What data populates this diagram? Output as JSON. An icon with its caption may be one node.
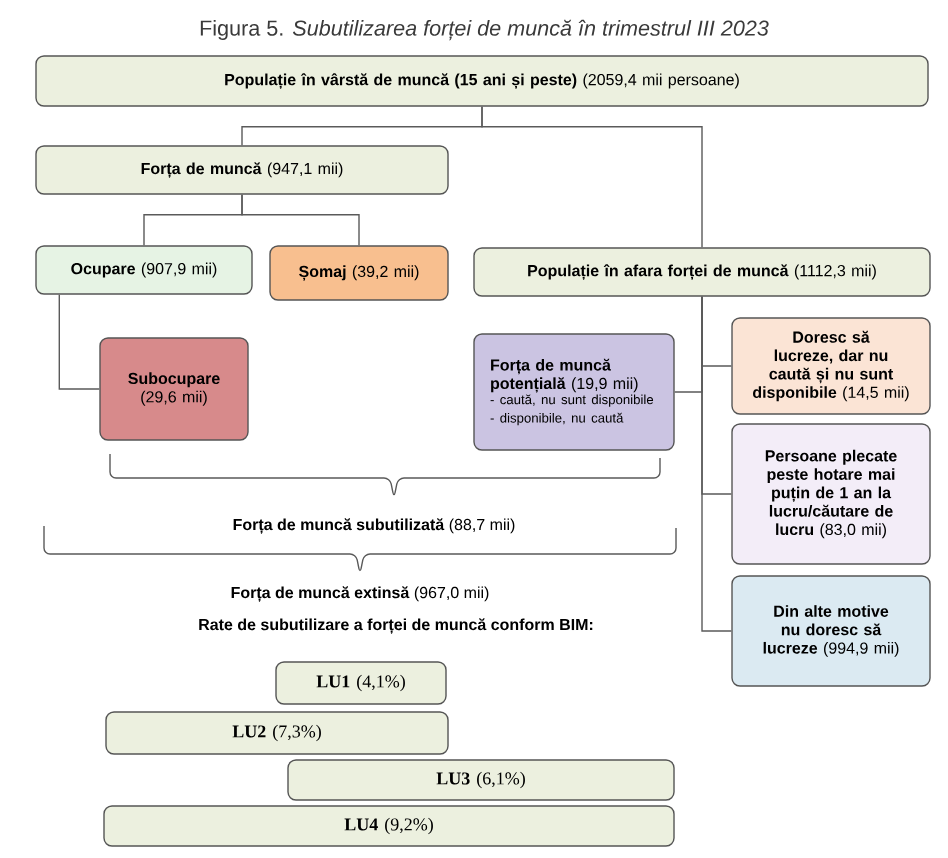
{
  "diagram": {
    "title": "Figura 5. *Subutilizarea forței de muncă în trimestrul III 2023*",
    "nodes": [
      {
        "text": [
          "**Populație în vârstă de muncă (15 ani și peste)** (2059,4 mii persoane)"
        ]
      },
      {
        "text": [
          "**Forța de muncă** (947,1 mii)"
        ]
      },
      {
        "text": [
          "**Ocupare** (907,9 mii)"
        ]
      },
      {
        "text": [
          "**Șomaj** (39,2 mii)"
        ]
      },
      {
        "text": [
          "**Populație în afara forței de muncă** (1112,3 mii)"
        ]
      },
      {
        "text": [
          "**Subocupare** (29,6 mii)"
        ]
      },
      {
        "text": [
          "**Forța de muncă potențială** (19,9 mii)",
          "- caută, nu sunt disponibile",
          "- disponibile, nu caută"
        ]
      },
      {
        "text": [
          "**Doresc să lucreze, dar nu caută și nu sunt disponibile** (14,5 mii)"
        ]
      },
      {
        "text": [
          "**Persoane plecate peste hotare mai puțin de 1 an la lucru/căutare de lucru** (83,0 mii)"
        ]
      },
      {
        "text": [
          "**Din alte motive nu doresc să lucreze** (994,9 mii)"
        ]
      },
      {
        "text": [
          "**LU1** (4,1%)"
        ]
      },
      {
        "text": [
          "**LU2** (7,3%)"
        ]
      },
      {
        "text": [
          "**LU3** (6,1%)"
        ]
      },
      {
        "text": [
          "**LU4** (9,2%)"
        ]
      }
    ],
    "edges": [
      {
        "from": 0,
        "to": 1,
        "arrow": "none"
      },
      {
        "from": 0,
        "to": 4,
        "arrow": "none"
      },
      {
        "from": 1,
        "to": 2,
        "arrow": "none"
      },
      {
        "from": 1,
        "to": 3,
        "arrow": "none"
      },
      {
        "from": 2,
        "to": 5,
        "arrow": "none"
      },
      {
        "from": 4,
        "to": 6,
        "arrow": "none"
      },
      {
        "from": 4,
        "to": 7,
        "arrow": "none"
      },
      {
        "from": 4,
        "to": 8,
        "arrow": "none"
      },
      {
        "from": 4,
        "to": 9,
        "arrow": "none"
      }
    ],
    "labels": [
      "**Forța de muncă subutilizată** (88,7 mii)",
      "**Forța de muncă extinsă** (967,0 mii)",
      "Rate de subutilizare a forței de muncă conform BIM:"
    ]
  }
}
